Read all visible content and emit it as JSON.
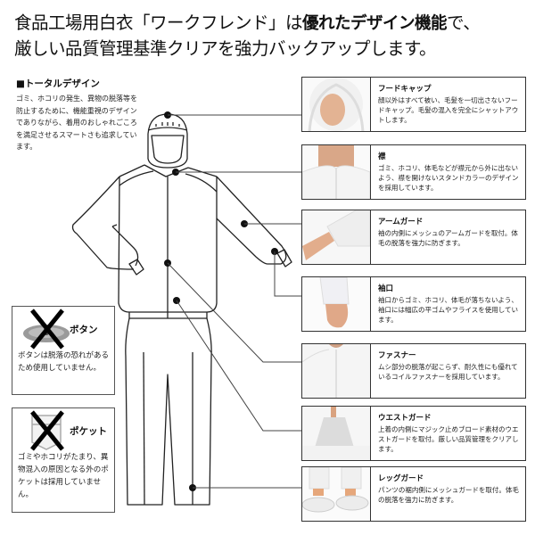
{
  "headline": {
    "line1_pre": "食品工場用白衣「ワークフレンド」は",
    "line1_bold": "優れたデザイン機能",
    "line1_post": "で、",
    "line2": "厳しい品質管理基準クリアを強力バックアップします。"
  },
  "intro": {
    "title": "■トータルデザイン",
    "text": "ゴミ、ホコリの発生、異物の脱落等を防止するために、機能重視のデザインでありながら、着用のおしゃれごころを満足させるスマートさも追求しています。"
  },
  "features": [
    {
      "title": "フードキャップ",
      "text": "顔以外はすべて被い、毛髪を一切出さないフードキャップ。毛髪の混入を完全にシャットアウトします。",
      "photo": "hood-photo"
    },
    {
      "title": "襟",
      "text": "ゴミ、ホコリ、体毛などが襟元から外に出ないよう、襟を開けないスタンドカラーのデザインを採用しています。",
      "photo": "collar-photo"
    },
    {
      "title": "アームガード",
      "text": "袖の内側にメッシュのアームガードを取付。体毛の脱落を強力に防ぎます。",
      "photo": "arm-guard-photo"
    },
    {
      "title": "袖口",
      "text": "袖口からゴミ、ホコリ、体毛が落ちないよう、袖口には幅広の平ゴムやフライスを使用しています。",
      "photo": "cuff-photo"
    },
    {
      "title": "ファスナー",
      "text": "ムシ部分の脱落が起こらず、耐久性にも優れているコイルファスナーを採用しています。",
      "photo": "zipper-photo"
    },
    {
      "title": "ウエストガード",
      "text": "上着の内側にマジック止めブロード素材のウエストガードを取付。厳しい品質管理をクリアします。",
      "photo": "waist-guard-photo"
    },
    {
      "title": "レッグガード",
      "text": "パンツの裾内側にメッシュガードを取付。体毛の脱落を強力に防ぎます。",
      "photo": "leg-guard-photo"
    }
  ],
  "no_features": [
    {
      "title": "ボタン",
      "text": "ボタンは脱落の恐れがあるため使用していません。",
      "icon": "button-crossed-icon"
    },
    {
      "title": "ポケット",
      "text": "ゴミやホコリがたまり、異物混入の原因となる外のポケットは採用していません。",
      "icon": "pocket-crossed-icon"
    }
  ],
  "colors": {
    "line": "#222222",
    "border": "#333333",
    "cross": "#000000",
    "skin": "#e8b89a"
  }
}
